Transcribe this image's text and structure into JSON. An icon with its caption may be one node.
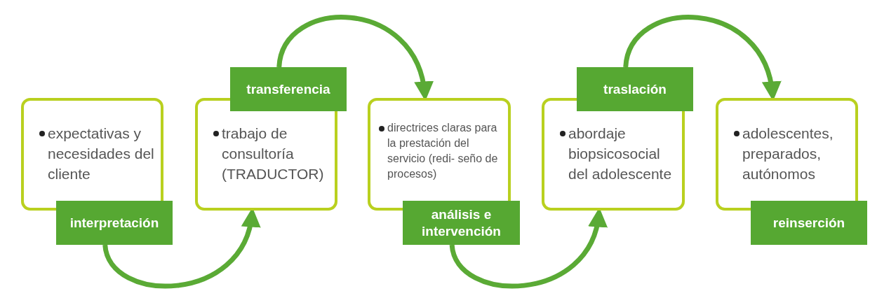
{
  "diagram": {
    "nodes": [
      {
        "text": [
          "expectativas y necesidades del cliente"
        ]
      },
      {
        "text": [
          "interpretación"
        ]
      },
      {
        "text": [
          "trabajo de consultoría (TRADUCTOR)"
        ]
      },
      {
        "text": [
          "transferencia"
        ]
      },
      {
        "text": [
          "directrices claras para la prestación del servicio (redi- seño de procesos)"
        ]
      },
      {
        "text": [
          "análisis e intervención"
        ]
      },
      {
        "text": [
          "abordaje biopsicosocial del adolescente"
        ]
      },
      {
        "text": [
          "traslación"
        ]
      },
      {
        "text": [
          "adolescentes, preparados, autónomos"
        ]
      },
      {
        "text": [
          "reinserción"
        ]
      }
    ],
    "edges": [
      {
        "from": 1,
        "to": 2,
        "arrow": "to"
      },
      {
        "from": 3,
        "to": 4,
        "arrow": "to"
      },
      {
        "from": 5,
        "to": 6,
        "arrow": "to"
      },
      {
        "from": 7,
        "to": 8,
        "arrow": "to"
      }
    ]
  }
}
